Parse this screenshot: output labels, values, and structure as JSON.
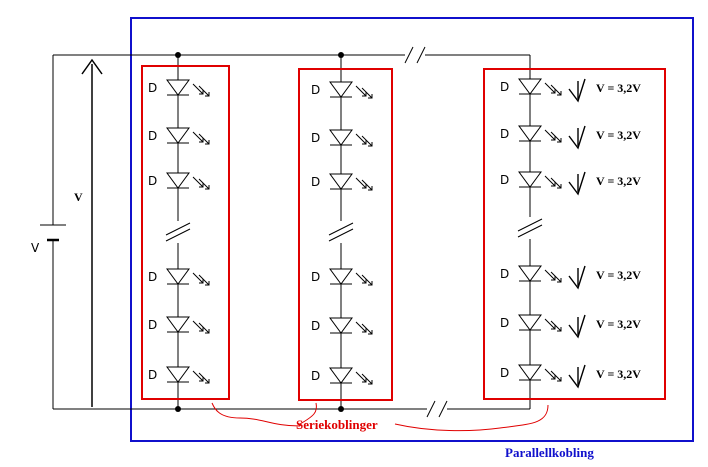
{
  "labels": {
    "source_voltage": "V",
    "total_voltage": "V",
    "diode": "D",
    "diode_voltage": "V = 3,2V",
    "series_caption": "Seriekoblinger",
    "parallel_caption": "Parallellkobling"
  },
  "colors": {
    "series_box": "#e00000",
    "parallel_box": "#1010cc",
    "wire": "#000000"
  },
  "icons": {
    "diode": "led-icon",
    "break": "wire-break-icon",
    "voltage_drop": "down-arrow-icon",
    "battery": "battery-icon"
  }
}
